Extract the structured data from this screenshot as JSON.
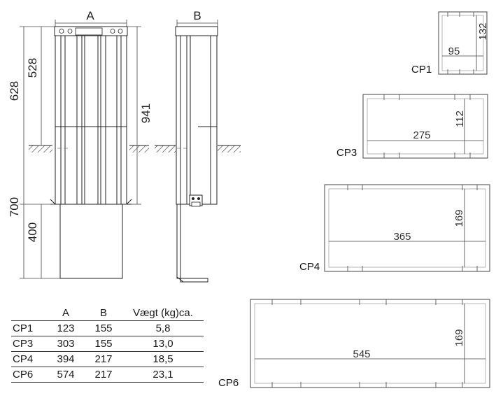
{
  "views": {
    "front_label": "A",
    "side_label": "B"
  },
  "dimensions": {
    "d628": "628",
    "d528": "528",
    "d941": "941",
    "d700": "700",
    "d400": "400"
  },
  "profiles": [
    {
      "id": "CP1",
      "width": "95",
      "height": "132"
    },
    {
      "id": "CP3",
      "width": "275",
      "height": "112"
    },
    {
      "id": "CP4",
      "width": "365",
      "height": "169"
    },
    {
      "id": "CP6",
      "width": "545",
      "height": "169"
    }
  ],
  "table": {
    "headers": [
      "",
      "A",
      "B",
      "Vægt (kg)ca."
    ],
    "rows": [
      {
        "id": "CP1",
        "a": "123",
        "b": "155",
        "weight": "5,8"
      },
      {
        "id": "CP3",
        "a": "303",
        "b": "155",
        "weight": "13,0"
      },
      {
        "id": "CP4",
        "a": "394",
        "b": "217",
        "weight": "18,5"
      },
      {
        "id": "CP6",
        "a": "574",
        "b": "217",
        "weight": "23,1"
      }
    ]
  }
}
